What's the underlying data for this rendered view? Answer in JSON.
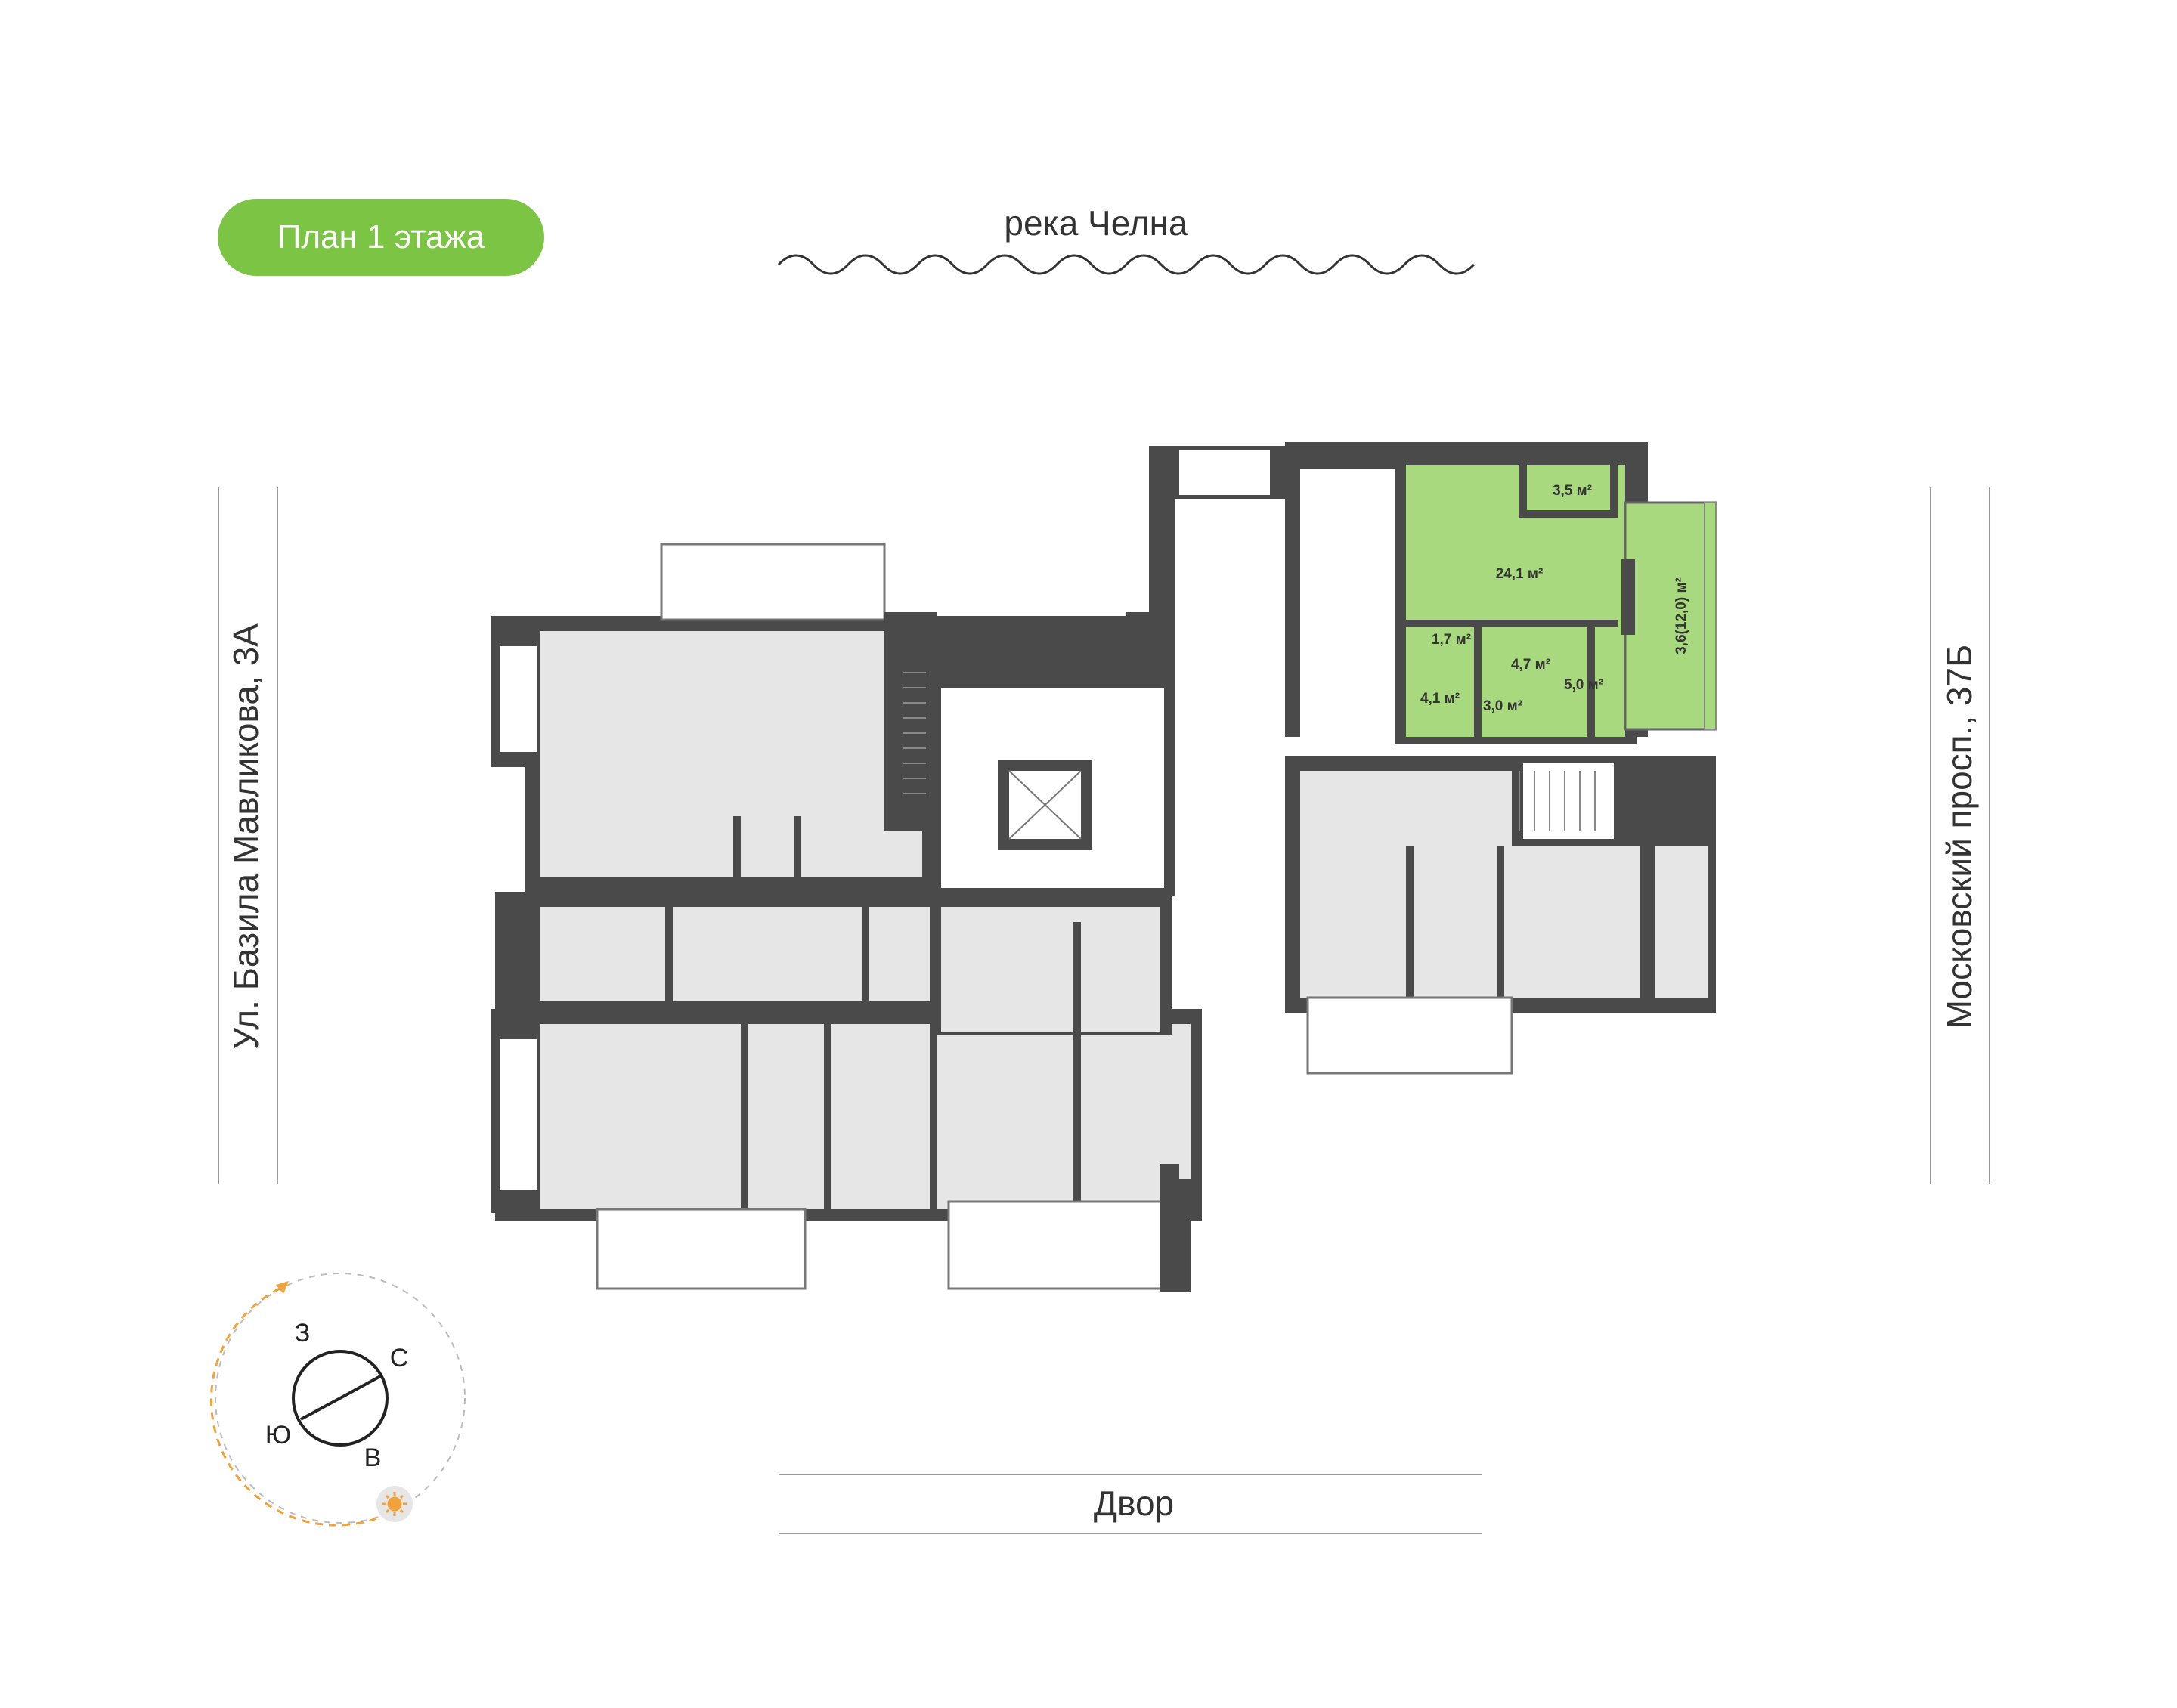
{
  "header": {
    "floor_badge": "План 1 этажа"
  },
  "surroundings": {
    "north": "река Челна",
    "south": "Двор",
    "west": "Ул. Базила Мавликова, 3А",
    "east": "Московский просп., 37Б"
  },
  "compass": {
    "n": "С",
    "s": "Ю",
    "w": "З",
    "e": "В",
    "sun_icon": "sun-icon"
  },
  "apartment": {
    "highlight_color": "#a8d97f",
    "rooms": [
      {
        "id": "storage",
        "area": "3,5 м²"
      },
      {
        "id": "living",
        "area": "24,1 м²"
      },
      {
        "id": "terrace",
        "area": "3,6(12,0) м²"
      },
      {
        "id": "wc",
        "area": "1,7 м²"
      },
      {
        "id": "hall",
        "area": "4,7 м²"
      },
      {
        "id": "entry",
        "area": "4,1 м²"
      },
      {
        "id": "bath",
        "area": "3,0 м²"
      },
      {
        "id": "bedroom",
        "area": "5,0 м²"
      }
    ]
  },
  "colors": {
    "wall": "#4a4a4a",
    "room": "#e6e6e6",
    "accent": "#7cc443",
    "orbit": "#f2a23a"
  }
}
